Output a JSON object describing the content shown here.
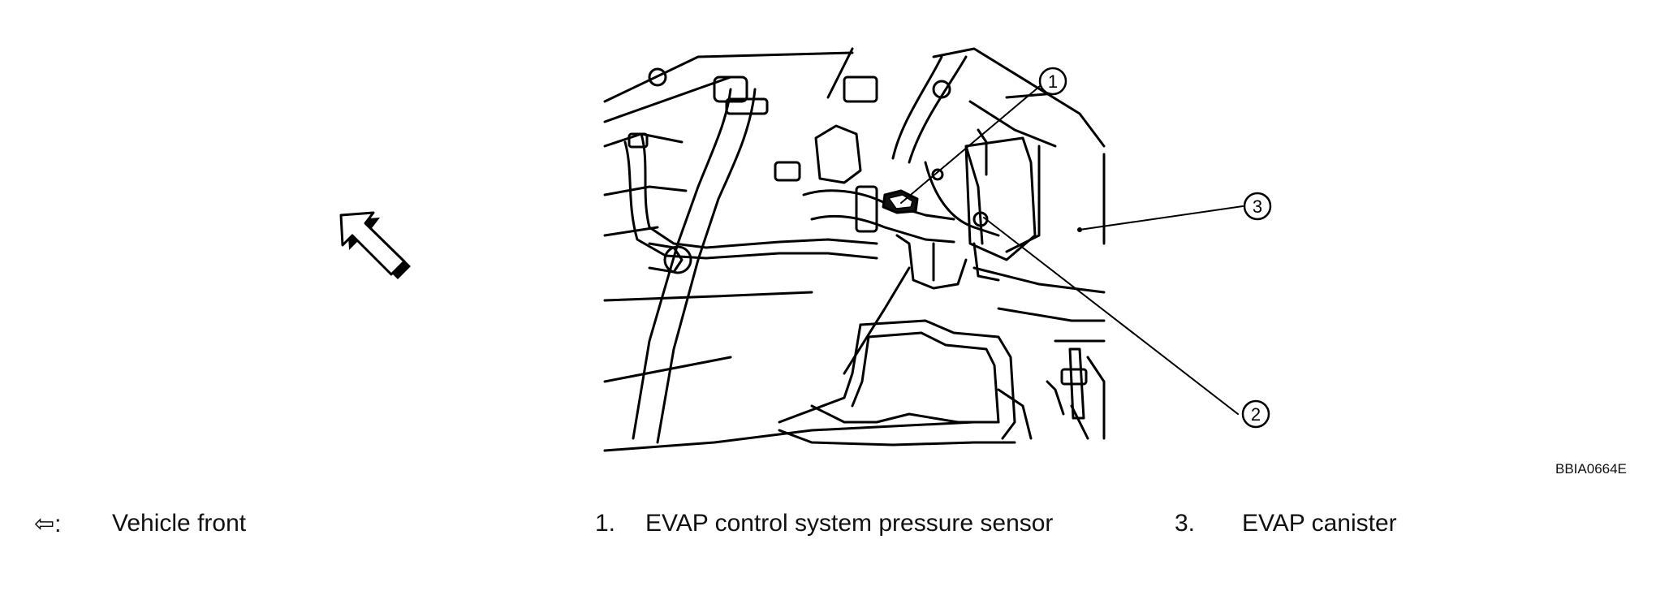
{
  "diagram": {
    "callouts": [
      {
        "number": "1"
      },
      {
        "number": "2"
      },
      {
        "number": "3"
      }
    ],
    "figure_code": "BBIA0664E"
  },
  "legend": {
    "vehicle_front": {
      "symbol": "⇦:",
      "label": "Vehicle front"
    },
    "items": [
      {
        "number": "1.",
        "label": "EVAP control system pressure sensor"
      },
      {
        "number": "3.",
        "label": "EVAP canister"
      }
    ]
  }
}
